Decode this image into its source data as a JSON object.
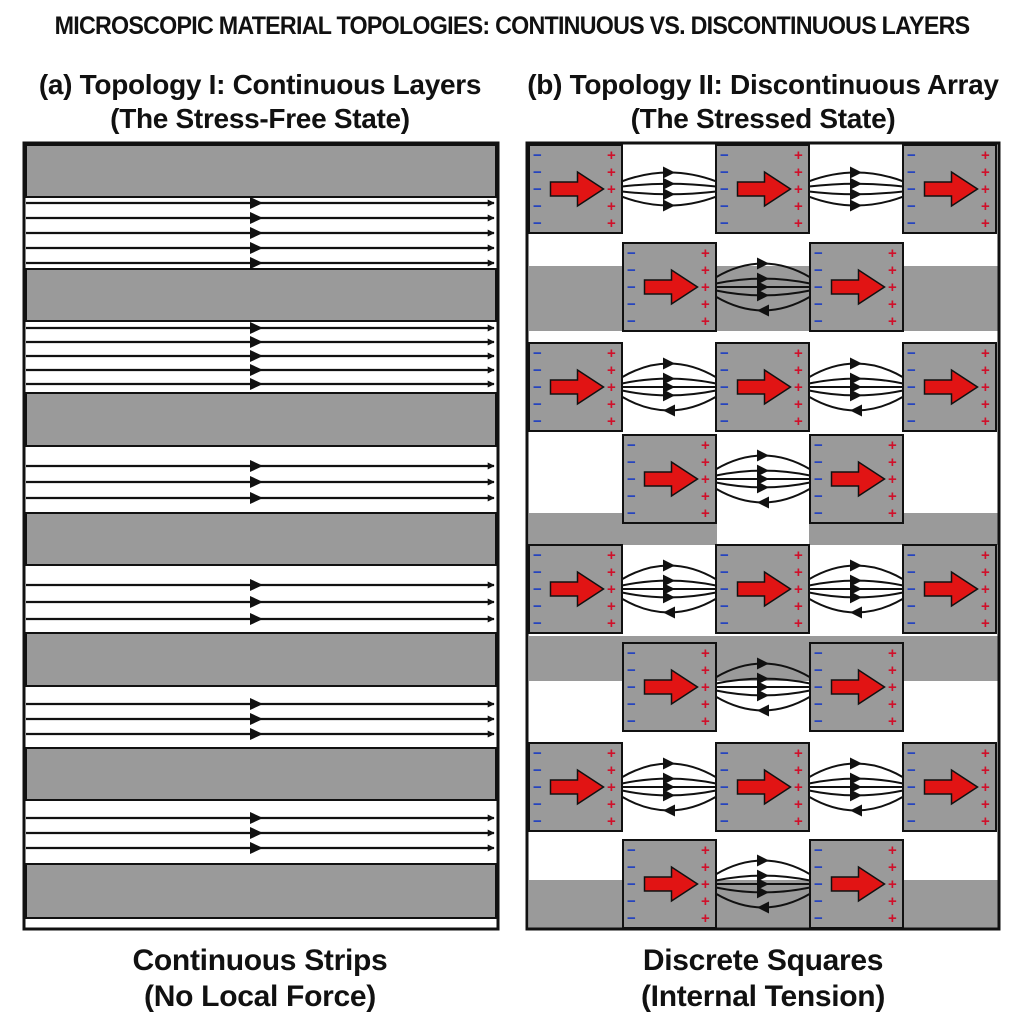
{
  "header": {
    "title": "MICROSCOPIC MATERIAL TOPOLOGIES: CONTINUOUS VS. DISCONTINUOUS LAYERS"
  },
  "panel_a": {
    "heading": "(a) Topology I: Continuous Layers",
    "subheading": "(The Stress-Free State)",
    "caption_line1": "Continuous Strips",
    "caption_line2": "(No Local Force)"
  },
  "panel_b": {
    "heading": "(b) Topology II: Discontinuous Array",
    "subheading": "(The Stressed State)",
    "caption_line1": "Discrete Squares",
    "caption_line2": "(Internal Tension)",
    "minus_sign": "−",
    "plus_sign": "+"
  },
  "colors": {
    "strip_gray": "#9a9a9a",
    "outline": "#111111",
    "arrow_red": "#e11414",
    "minus_blue": "#1f3fc0",
    "plus_red": "#d0102a"
  }
}
